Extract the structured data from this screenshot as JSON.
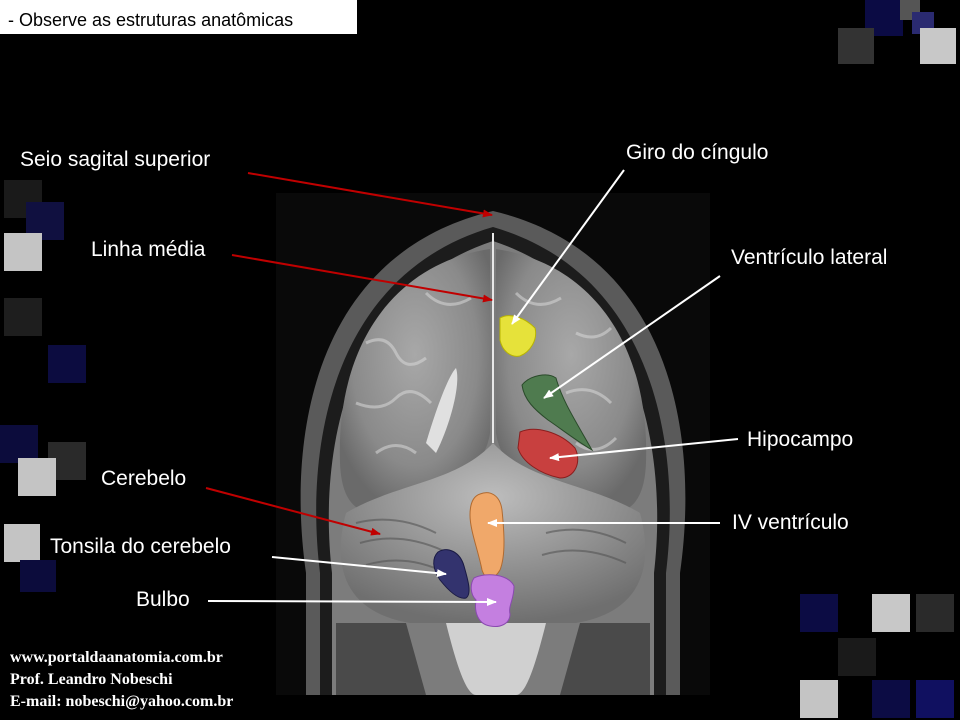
{
  "header": {
    "title": "- Observe as estruturas anatômicas"
  },
  "labels": {
    "seio_sagital": "Seio sagital superior",
    "linha_media": "Linha média",
    "giro_cingulo": "Giro do cíngulo",
    "ventriculo_lateral": "Ventrículo lateral",
    "hipocampo": "Hipocampo",
    "cerebelo": "Cerebelo",
    "iv_ventriculo": "IV ventrículo",
    "tonsila": "Tonsila do cerebelo",
    "bulbo": "Bulbo"
  },
  "credits": {
    "site": "www.portaldaanatomia.com.br",
    "author": "Prof. Leandro Nobeschi",
    "email": "E-mail: nobeschi@yahoo.com.br"
  },
  "colors": {
    "background": "#000000",
    "red_arrow": "#c00000",
    "white_arrow": "#ffffff",
    "giro_cingulo": "#e6e23a",
    "ventriculo_lateral": "#4f7b4f",
    "hipocampo": "#c8403f",
    "iv_ventriculo": "#f0a86a",
    "tonsila": "#33336e",
    "bulbo": "#c47fe0"
  }
}
